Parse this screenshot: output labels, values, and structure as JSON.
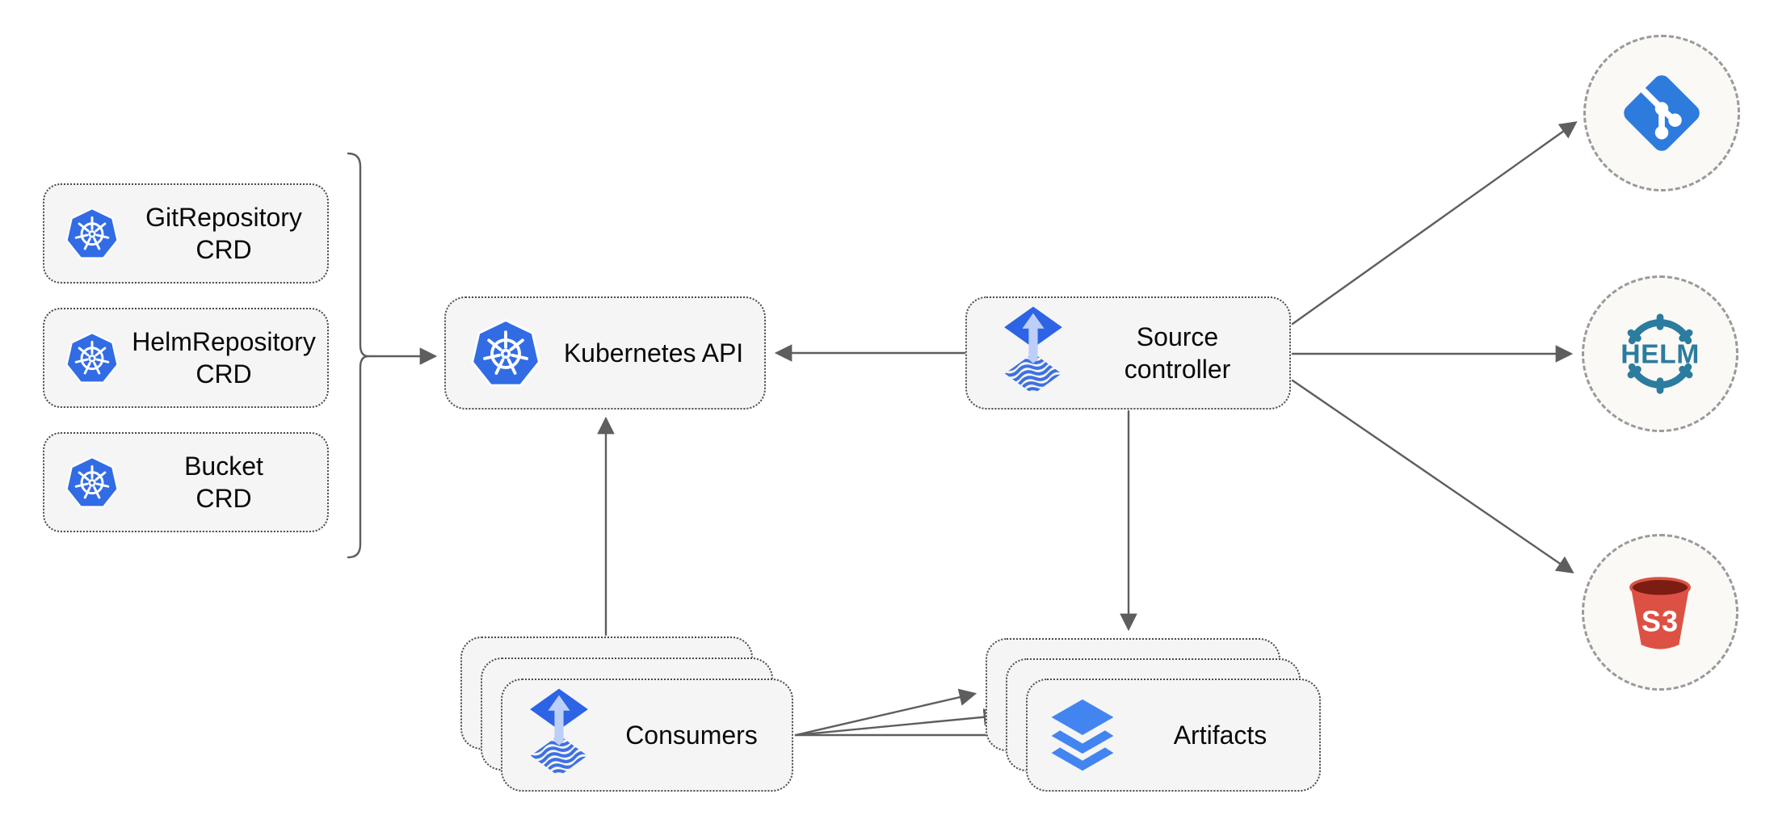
{
  "diagram": {
    "type": "architecture-diagram",
    "subject": "Flux source-controller"
  },
  "colors": {
    "node_fill": "#f5f5f5",
    "node_border": "#4b4b4b",
    "circle_fill": "#faf9f6",
    "circle_border": "#9a9a9a",
    "arrow": "#5e5e5e",
    "kubernetes_blue": "#326ce5",
    "flux_blue": "#2d63e5",
    "flux_arrow_light": "#bccff8",
    "flux_wave_blue": "#3e70e3",
    "git_blue": "#2e7bde",
    "helm_teal": "#2b7c9e",
    "s3_red": "#dd5144",
    "s3_dark": "#7b1d13",
    "artifacts_blue": "#4285f0",
    "text": "#0a0a0a"
  },
  "nodes": {
    "crds": [
      {
        "line1": "GitRepository",
        "line2": "CRD"
      },
      {
        "line1": "HelmRepository",
        "line2": "CRD"
      },
      {
        "line1": "Bucket",
        "line2": "CRD"
      }
    ],
    "kubernetes_api": {
      "label": "Kubernetes API"
    },
    "source_controller": {
      "line1": "Source",
      "line2": "controller"
    },
    "consumers": {
      "label": "Consumers",
      "stacked": 3
    },
    "artifacts": {
      "label": "Artifacts",
      "stacked": 3
    },
    "git_source": {
      "icon": "git-icon"
    },
    "helm_source": {
      "icon": "helm-icon",
      "icon_text": "HELM"
    },
    "s3_source": {
      "icon": "s3-bucket-icon",
      "icon_text": "S3"
    }
  },
  "edges": [
    {
      "from": "crd-group-bracket",
      "to": "kubernetes-api"
    },
    {
      "from": "source-controller",
      "to": "kubernetes-api"
    },
    {
      "from": "consumers",
      "to": "kubernetes-api"
    },
    {
      "from": "source-controller",
      "to": "artifacts"
    },
    {
      "from": "source-controller",
      "to": "git-source"
    },
    {
      "from": "source-controller",
      "to": "helm-source"
    },
    {
      "from": "source-controller",
      "to": "s3-source"
    },
    {
      "from": "consumers",
      "to": "artifacts",
      "count": 3
    }
  ]
}
